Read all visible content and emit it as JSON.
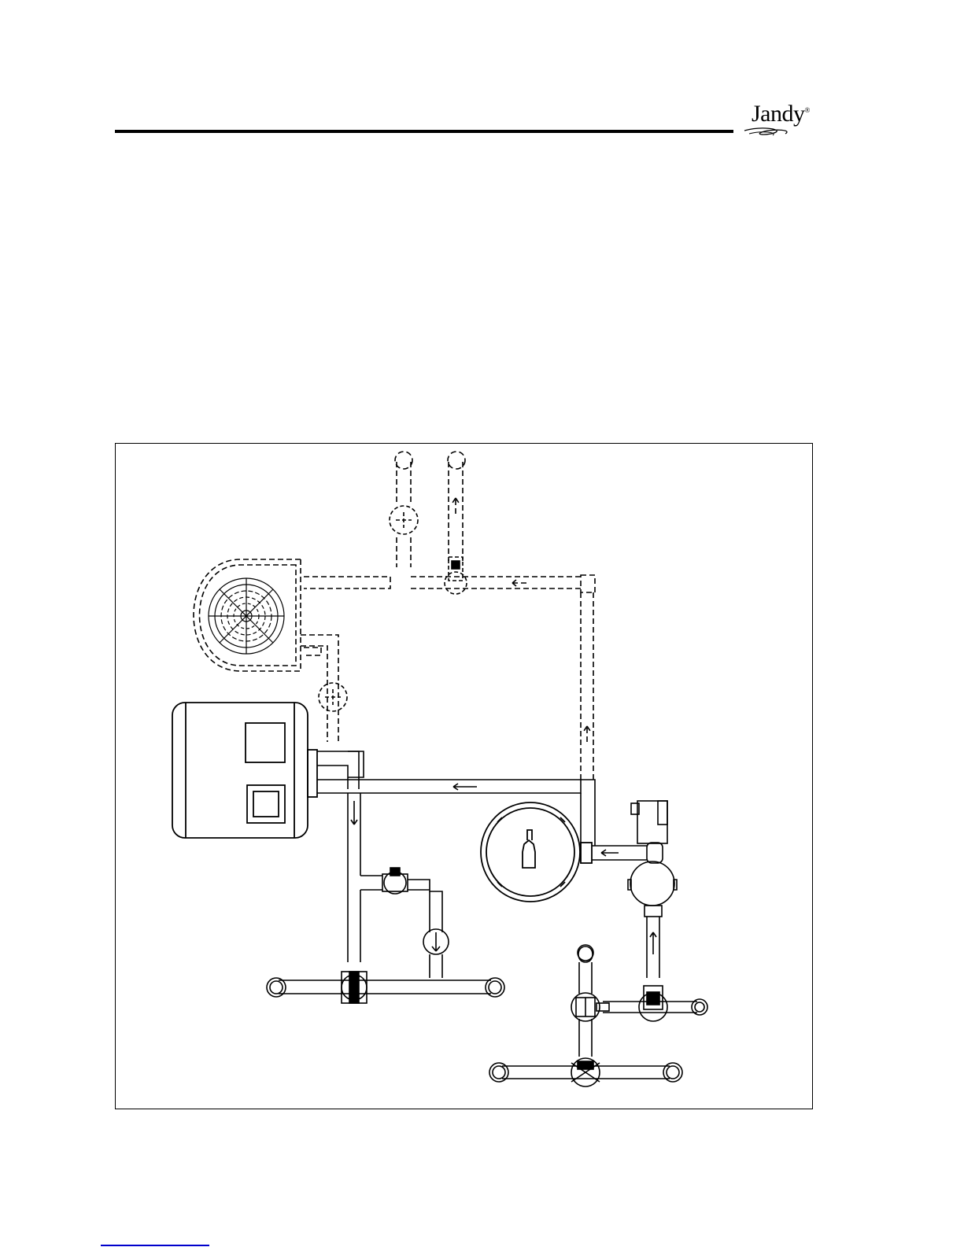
{
  "header": {
    "brand_name": "Jandy",
    "brand_mark": "®"
  },
  "diagram": {
    "components": [
      "heat-pump",
      "pump",
      "filter",
      "chlorinator",
      "valves",
      "piping"
    ]
  },
  "colors": {
    "ink": "#000000",
    "paper": "#ffffff",
    "footer_link": "#0000cc"
  }
}
